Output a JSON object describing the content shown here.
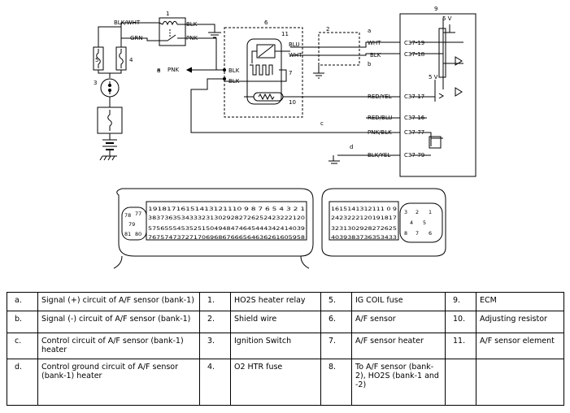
{
  "diagram": {
    "wire_labels": {
      "blk_wht": "BLK/WHT",
      "grn": "GRN",
      "blk_relay": "BLK",
      "pnk_relay": "PNK",
      "pnk_out": "PNK",
      "blk1": "BLK",
      "blk2": "BLK",
      "blu": "BLU",
      "wht_sensor": "WHT",
      "wht": "WHT",
      "blk_right": "BLK",
      "red_yel": "RED/YEL",
      "red_blu": "RED/BLU",
      "pnk_blk": "PNK/BLK",
      "blk_yel": "BLK/YEL"
    },
    "terminals": {
      "t19": "C37-19",
      "t18": "C37-18",
      "t17": "C37-17",
      "t16": "C37-16",
      "t77": "C37-77",
      "t79": "C37-79"
    },
    "voltages": {
      "v1": "5 V",
      "v2": "5 V"
    },
    "callouts": {
      "n1": "1",
      "n2": "2",
      "n3": "3",
      "n4": "4",
      "n5": "5",
      "n6": "6",
      "n7": "7",
      "n8": "8",
      "n9": "9",
      "n10": "10",
      "n11": "11",
      "a": "a",
      "b": "b",
      "c": "c",
      "d": "d",
      "e": "e"
    },
    "connector_left": {
      "row1": "19181716151413121110 9 8 7 6 5 4 3 2 1",
      "row2": "38373635343332313029282726252423222120",
      "row3": "57565554535251504948474645444342414039",
      "row4": "76757473727170696867666564636261605958",
      "round": [
        "78",
        "77",
        "79",
        "81",
        "80"
      ]
    },
    "connector_right": {
      "row1": "1615141312111 0 9",
      "row2": "2423222120191817",
      "row3": "3231302928272625",
      "row4": "4039383736353433",
      "round": [
        "3",
        "2",
        "1",
        "4",
        "5",
        "8",
        "7",
        "6"
      ]
    }
  },
  "legend": {
    "rows": [
      [
        {
          "key": "a.",
          "text": "Signal (+) circuit of A/F sensor (bank-1)"
        },
        {
          "key": "1.",
          "text": "HO2S heater relay"
        },
        {
          "key": "5.",
          "text": "IG COIL fuse"
        },
        {
          "key": "9.",
          "text": "ECM"
        }
      ],
      [
        {
          "key": "b.",
          "text": "Signal (-) circuit of A/F sensor (bank-1)"
        },
        {
          "key": "2.",
          "text": "Shield wire"
        },
        {
          "key": "6.",
          "text": "A/F sensor"
        },
        {
          "key": "10.",
          "text": "Adjusting resistor"
        }
      ],
      [
        {
          "key": "c.",
          "text": "Control circuit of A/F sensor (bank-1) heater"
        },
        {
          "key": "3.",
          "text": "Ignition Switch"
        },
        {
          "key": "7.",
          "text": "A/F sensor heater"
        },
        {
          "key": "11.",
          "text": "A/F sensor element"
        }
      ],
      [
        {
          "key": "d.",
          "text": "Control ground circuit of A/F sensor (bank-1) heater"
        },
        {
          "key": "4.",
          "text": "O2 HTR fuse"
        },
        {
          "key": "8.",
          "text": "To A/F sensor (bank-2), HO2S (bank-1 and -2)"
        },
        {
          "key": "",
          "text": ""
        }
      ]
    ]
  }
}
